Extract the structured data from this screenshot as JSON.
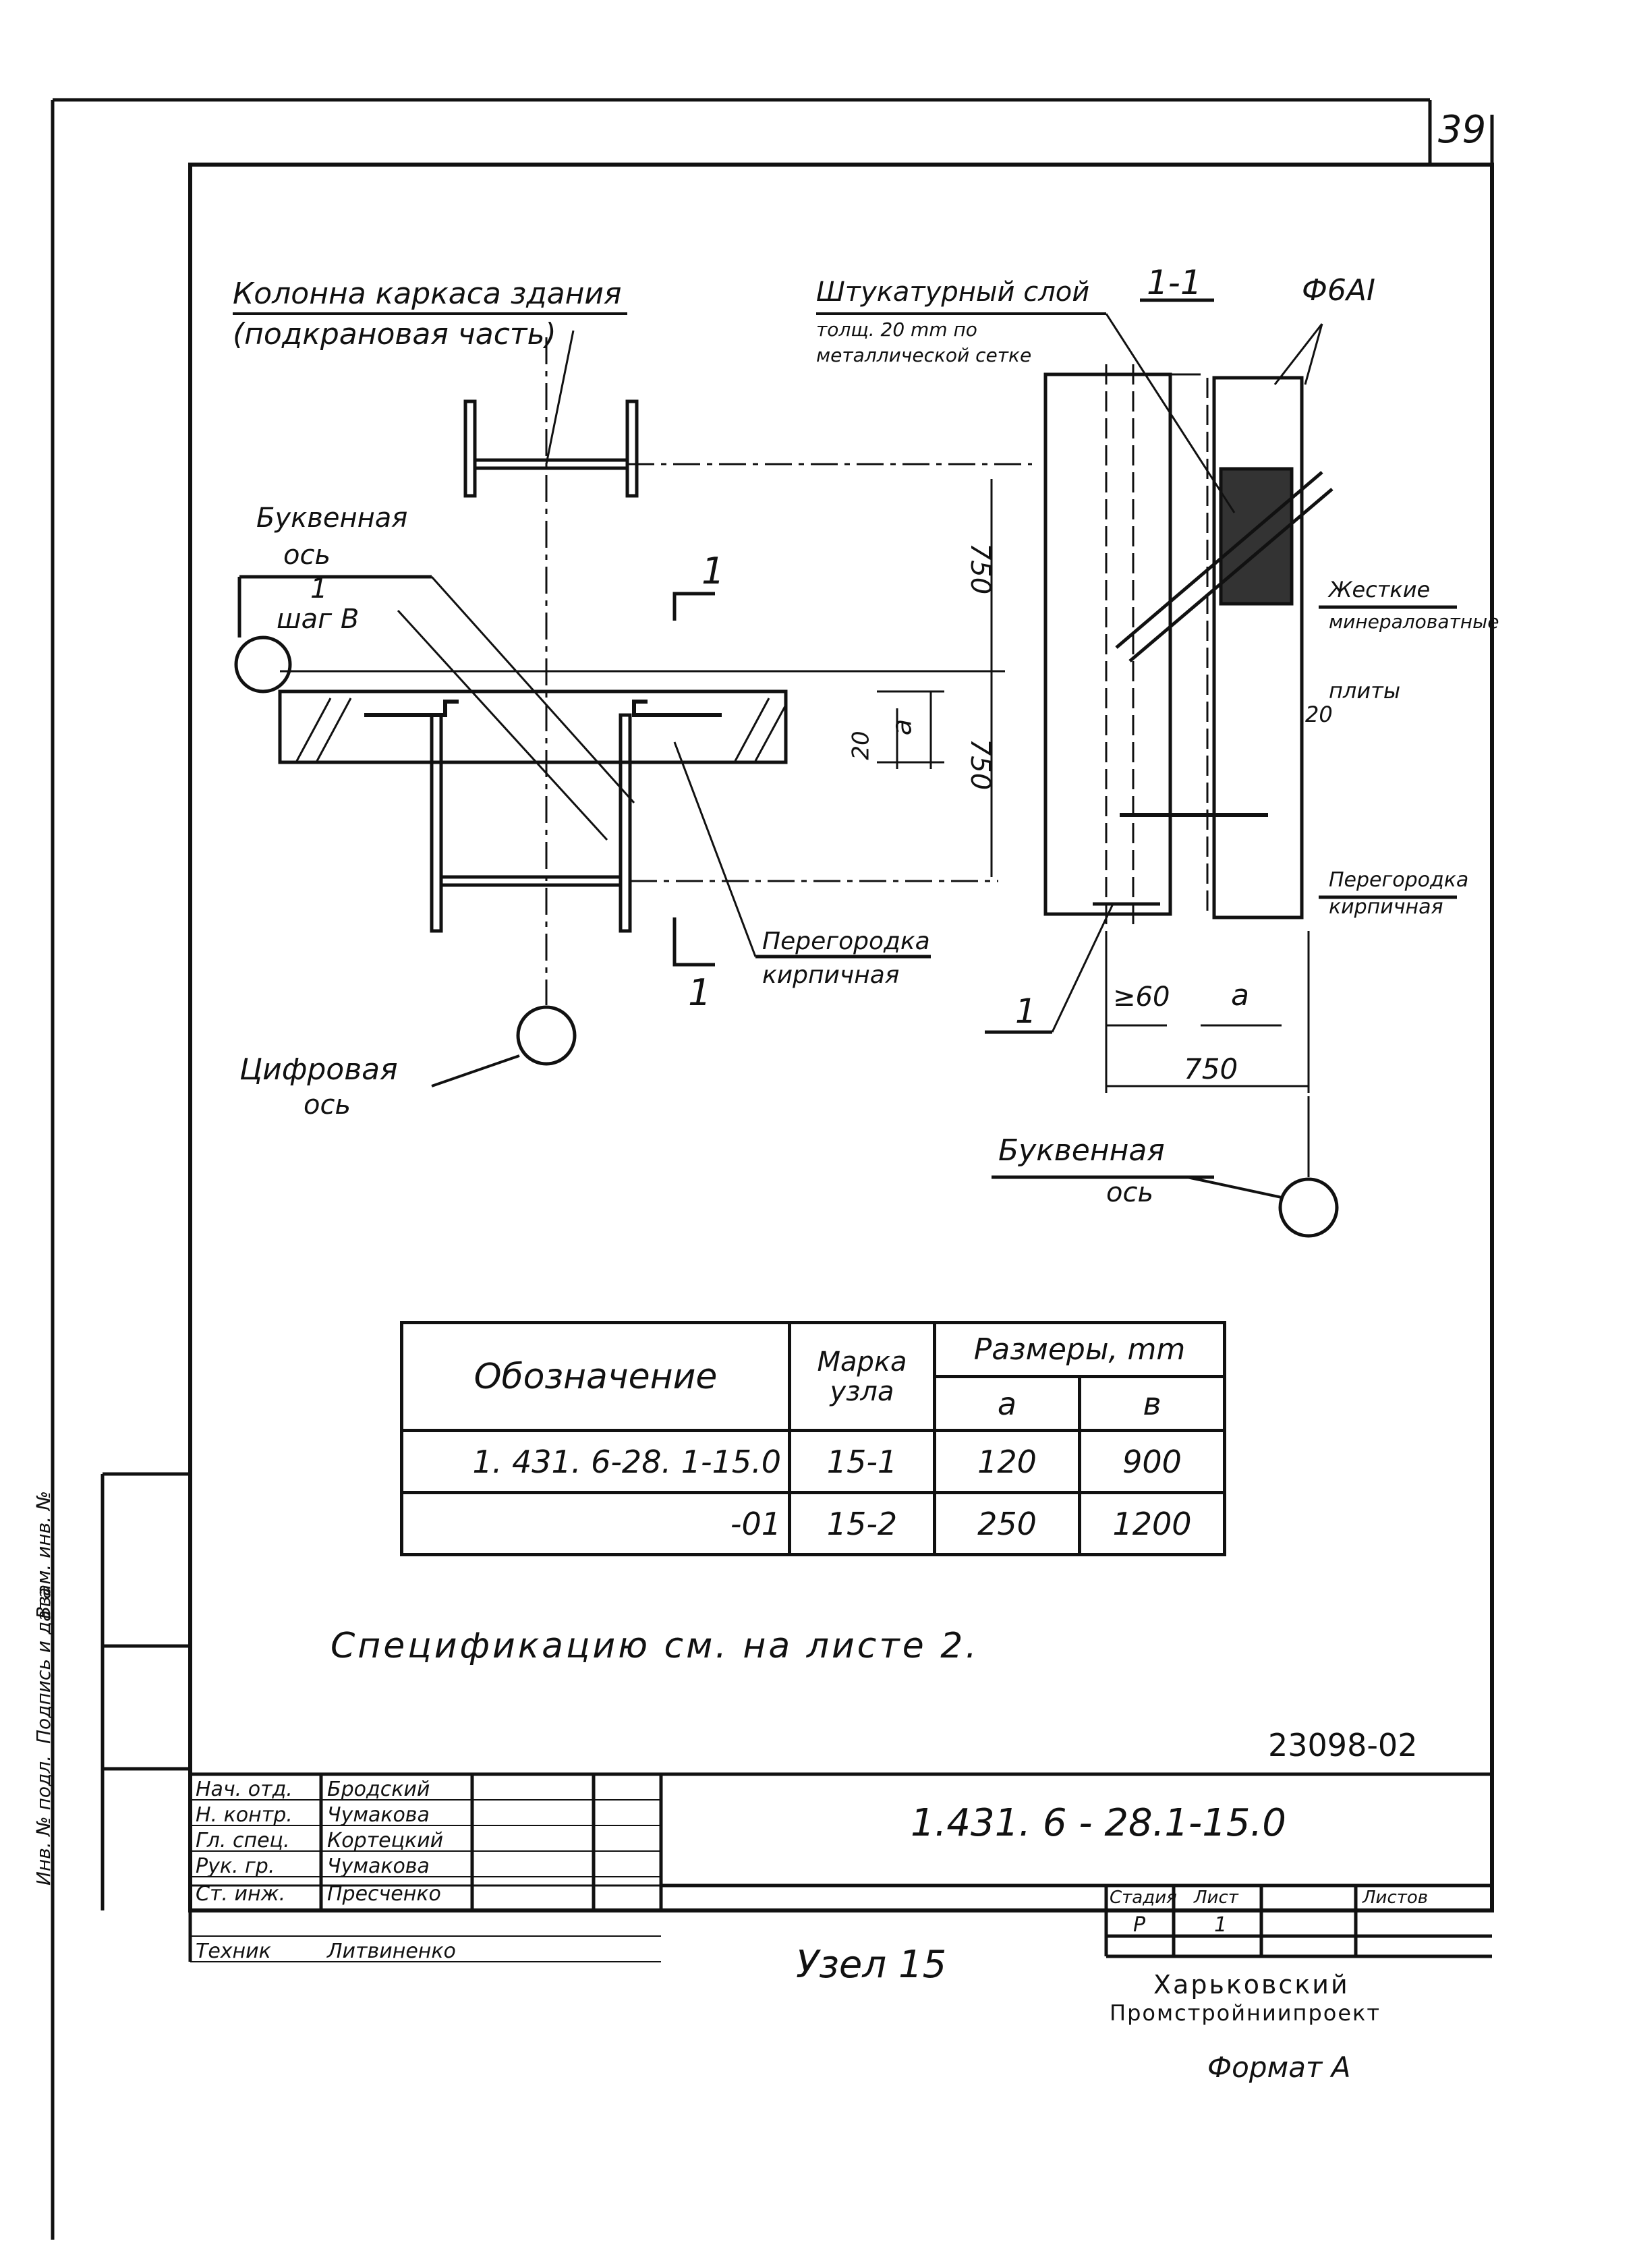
{
  "page_number": "39",
  "drawing": {
    "plan_labels": {
      "column_title_1": "Колонна каркаса здания",
      "column_title_2": "(подкрановая часть)",
      "letter_axis_1": "Буквенная",
      "letter_axis_2": "ось",
      "section_mark_top": "1",
      "section_mark_bottom": "1",
      "step_label_top": "1",
      "step_label_bottom": "шаг В",
      "partition_1": "Перегородка",
      "partition_2": "кирпичная",
      "digital_axis_1": "Цифровая",
      "digital_axis_2": "ось",
      "dim_750_top": "750",
      "dim_750_bottom": "750",
      "dim_20": "20",
      "dim_a": "a"
    },
    "section_labels": {
      "section_title": "1-1",
      "plaster_1": "Штукатурный слой",
      "plaster_2": "толщ. 20 mm по металлической сетке",
      "bar_label": "Ф6АI",
      "mineral_1": "Жесткие",
      "mineral_2": "минераловатные",
      "mineral_3": "плиты",
      "dim_20": "20",
      "partition_1": "Перегородка кирпичная",
      "callout_1": "1",
      "dim_ge60": "≥60",
      "dim_a": "a",
      "dim_750": "750",
      "letter_axis_1": "Буквенная",
      "letter_axis_2": "ось"
    }
  },
  "spec_table": {
    "header": {
      "designation": "Обозначение",
      "mark": "Марка узла",
      "sizes": "Размеры, mm",
      "col_a": "a",
      "col_b": "в"
    },
    "rows": [
      {
        "designation": "1. 431. 6-28. 1-15.0",
        "mark": "15-1",
        "a": "120",
        "b": "900"
      },
      {
        "designation": "-01",
        "mark": "15-2",
        "a": "250",
        "b": "1200"
      }
    ]
  },
  "note": "Спецификацию см. на листе 2.",
  "inventory_number": "23098-02",
  "left_strip": {
    "inv_orig": "Инв. № подл.",
    "sign_date": "Подпись и дата",
    "inv_instead": "Взам. инв. №"
  },
  "title_block": {
    "document_code": "1.431. 6 - 28.1-15.0",
    "sheet_title": "Узел 15",
    "staff": [
      {
        "role": "Нач. отд.",
        "name": "Бродский"
      },
      {
        "role": "Н. контр.",
        "name": "Чумакова"
      },
      {
        "role": "Гл. спец.",
        "name": "Кортецкий"
      },
      {
        "role": "Рук. гр.",
        "name": "Чумакова"
      },
      {
        "role": "Ст. инж.",
        "name": "Пресченко"
      },
      {
        "role": "",
        "name": ""
      },
      {
        "role": "Техник",
        "name": "Литвиненко"
      }
    ],
    "stage_header": "Стадия",
    "sheet_header": "Лист",
    "sheets_header": "Листов",
    "stage_value": "Р",
    "sheet_value": "1",
    "organization_1": "Харьковский",
    "organization_2": "Промстройниипроект"
  },
  "format_label": "Формат А"
}
